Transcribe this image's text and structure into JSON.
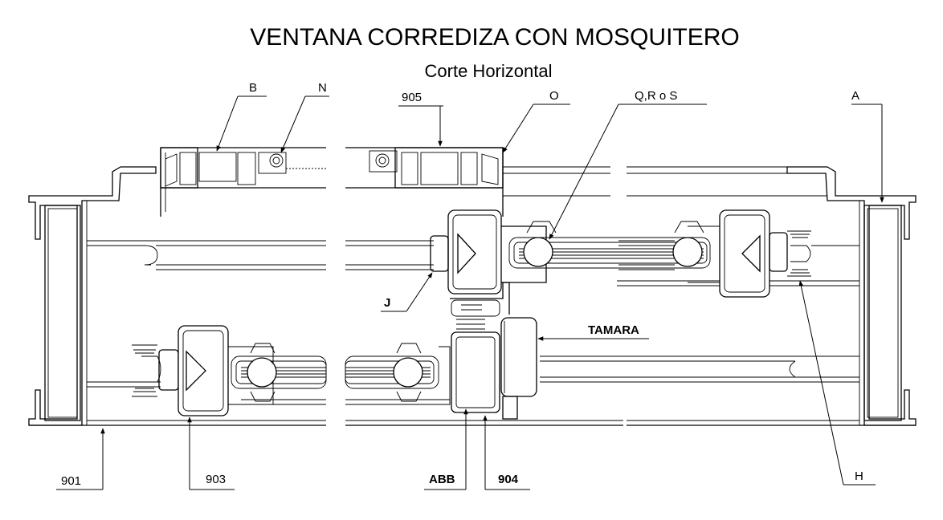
{
  "title": "VENTANA CORREDIZA CON MOSQUITERO",
  "subtitle": "Corte Horizontal",
  "labels": {
    "b": "B",
    "n": "N",
    "p905": "905",
    "o": "O",
    "qrs": "Q,R o S",
    "a": "A",
    "j": "J",
    "tamara": "TAMARA",
    "p901": "901",
    "p903": "903",
    "abb": "ABB",
    "p904": "904",
    "h": "H"
  }
}
